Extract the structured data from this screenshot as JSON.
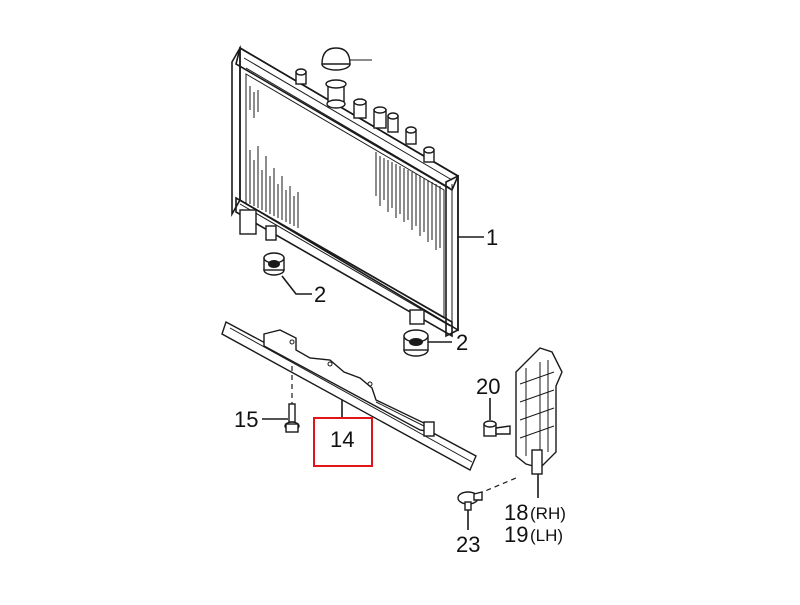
{
  "callouts": {
    "radiator": "1",
    "mount_upper": "2",
    "mount_lower": "2",
    "bolt": "15",
    "shroud_panel": "14",
    "clip": "20",
    "air_guide_rh_num": "18",
    "air_guide_rh_suffix": "(RH)",
    "air_guide_lh_num": "19",
    "air_guide_lh_suffix": "(LH)",
    "pin": "23"
  },
  "highlight": {
    "target": "14",
    "color": "#e0151c"
  }
}
